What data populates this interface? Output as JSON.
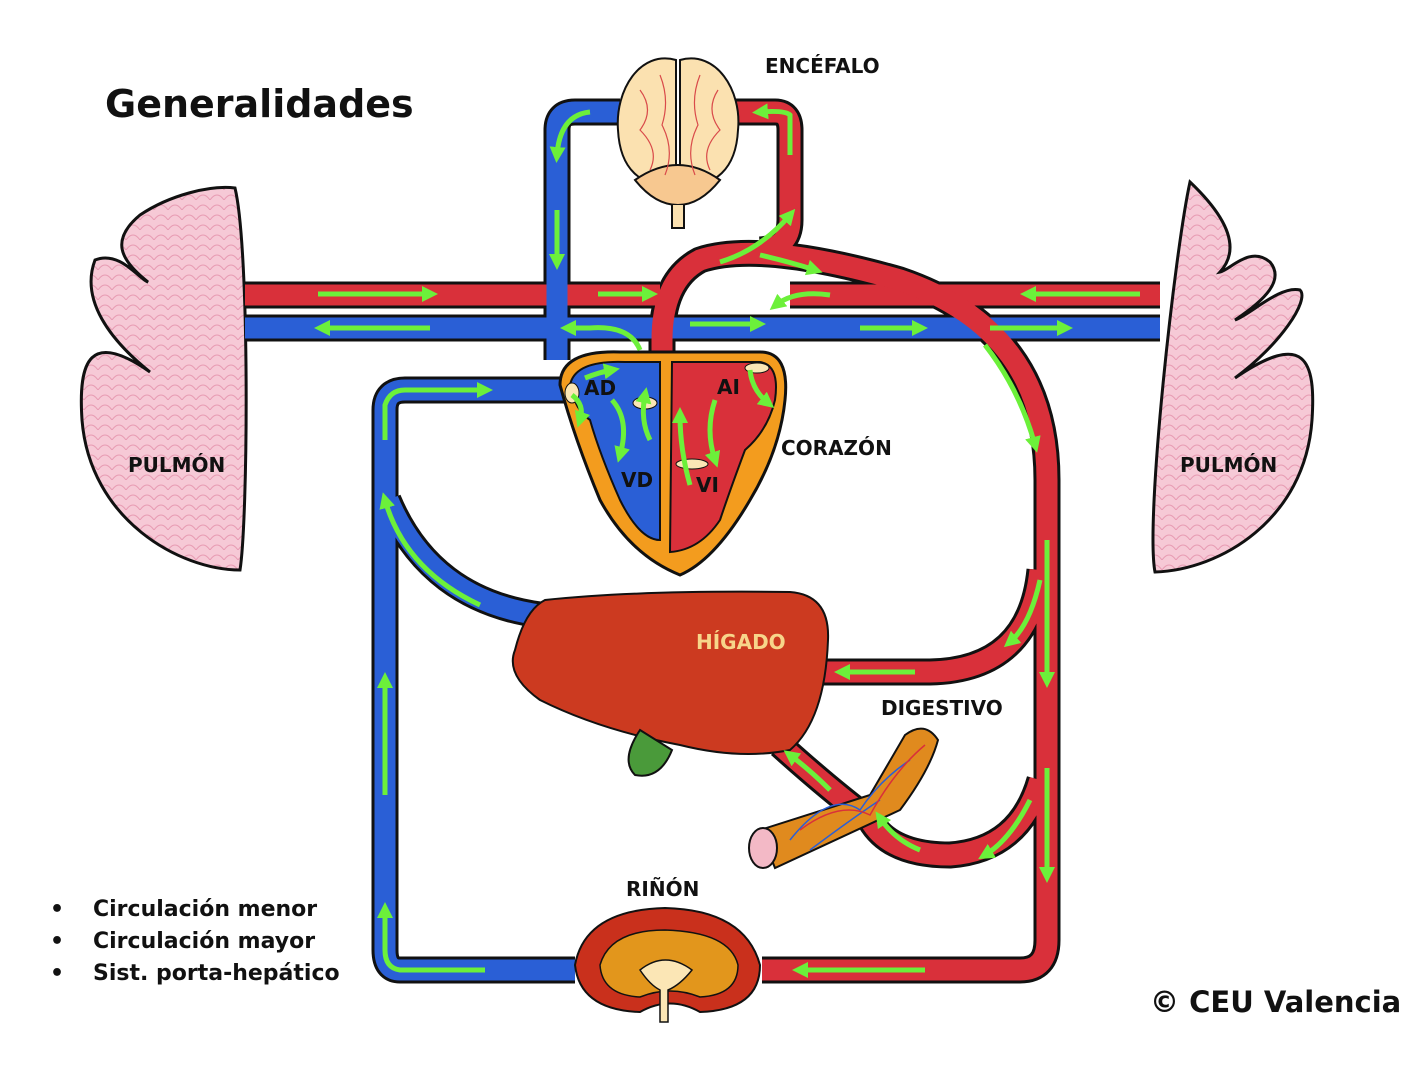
{
  "title": "Generalidades",
  "labels": {
    "brain": "ENCÉFALO",
    "lung_left": "PULMÓN",
    "lung_right": "PULMÓN",
    "heart": "CORAZÓN",
    "right_atrium": "AD",
    "left_atrium": "AI",
    "right_ventricle": "VD",
    "left_ventricle": "VI",
    "liver": "HÍGADO",
    "digestive": "DIGESTIVO",
    "kidney": "RIÑÓN"
  },
  "legend": [
    {
      "bullet": "•",
      "text": "Circulación menor"
    },
    {
      "bullet": "•",
      "text": "Circulación mayor"
    },
    {
      "bullet": "•",
      "text": "Sist. porta-hepático"
    }
  ],
  "copyright": "© CEU Valencia",
  "colors": {
    "artery": "#d9303a",
    "vein": "#2a5fd6",
    "flow_arrow": "#6cf03a",
    "heart_wall": "#f39c1e",
    "liver": "#cc3a20",
    "lung": "#f4c3d2",
    "gallbladder": "#4a9a3a"
  }
}
